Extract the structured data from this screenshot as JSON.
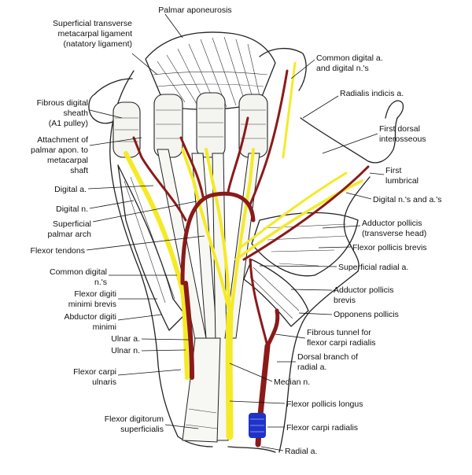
{
  "colors": {
    "artery": "#8b1a1a",
    "nerve": "#f4ea28",
    "vein": "#1f33c8",
    "outline": "#222222",
    "background": "#ffffff"
  },
  "labels": {
    "palmar_aponeurosis": "Palmar aponeurosis",
    "superficial_transverse_1": "Superficial transverse",
    "superficial_transverse_2": "metacarpal ligament",
    "superficial_transverse_3": "(natatory ligament)",
    "common_digital_a_1": "Common digital a.",
    "common_digital_a_2": "and digital n.'s",
    "radialis_indicis": "Radialis indicis a.",
    "fibrous_digital_1": "Fibrous digital",
    "fibrous_digital_2": "sheath",
    "fibrous_digital_3": "(A1 pulley)",
    "attachment_1": "Attachment of",
    "attachment_2": "palmar apon. to",
    "attachment_3": "metacarpal",
    "attachment_4": "shaft",
    "first_dorsal_1": "First dorsal",
    "first_dorsal_2": "interosseous",
    "first_lumbrical_1": "First",
    "first_lumbrical_2": "lumbrical",
    "digital_a": "Digital a.",
    "digital_n": "Digital n.",
    "digital_ns_as": "Digital n.'s and a.'s",
    "superficial_arch_1": "Superficial",
    "superficial_arch_2": "palmar arch",
    "adductor_pollicis_trans_1": "Adductor pollicis",
    "adductor_pollicis_trans_2": "(transverse head)",
    "flexor_tendons": "Flexor tendons",
    "flexor_pollicis_brevis": "Flexor pollicis brevis",
    "common_digital_ns_1": "Common digital",
    "common_digital_ns_2": "n.'s",
    "superficial_radial_a": "Superficial radial a.",
    "flexor_digiti_1": "Flexor digiti",
    "flexor_digiti_2": "minimi brevis",
    "adductor_pollicis_brevis_1": "Adductor pollicis",
    "adductor_pollicis_brevis_2": "brevis",
    "abductor_digiti_1": "Abductor digiti",
    "abductor_digiti_2": "minimi",
    "opponens_pollicis": "Opponens pollicis",
    "ulnar_a": "Ulnar a.",
    "ulnar_n": "Ulnar n.",
    "fibrous_tunnel_1": "Fibrous tunnel for",
    "fibrous_tunnel_2": "flexor carpi radialis",
    "flexor_carpi_ulnaris_1": "Flexor carpi",
    "flexor_carpi_ulnaris_2": "ulnaris",
    "dorsal_branch_1": "Dorsal branch of",
    "dorsal_branch_2": "radial a.",
    "median_n": "Median n.",
    "flexor_digitorum_1": "Flexor digitorum",
    "flexor_digitorum_2": "superficialis",
    "flexor_pollicis_longus": "Flexor pollicis longus",
    "flexor_carpi_radialis": "Flexor carpi radialis",
    "radial_a": "Radial a."
  }
}
